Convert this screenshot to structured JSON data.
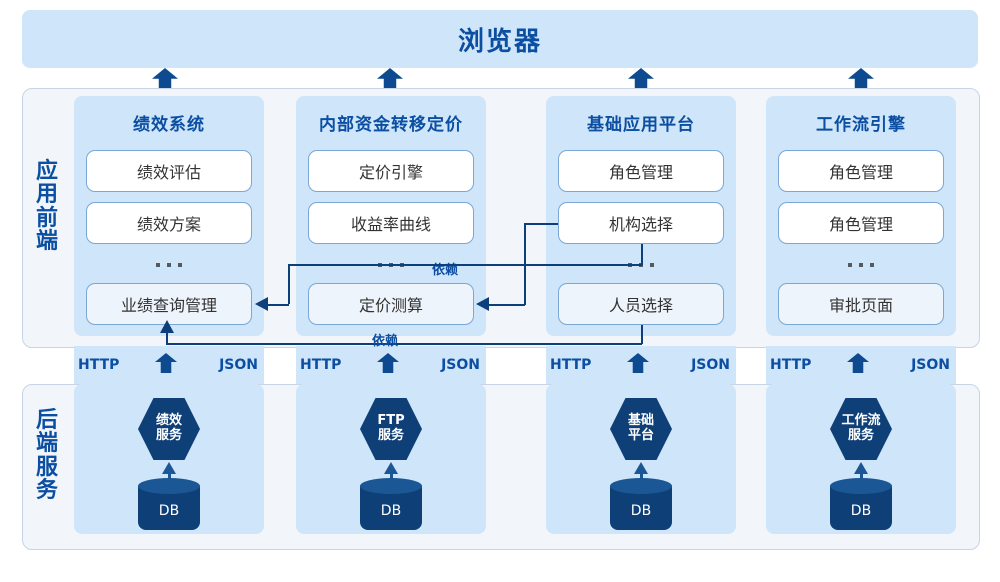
{
  "browser": {
    "label": "浏览器"
  },
  "sections": {
    "frontend_label": "应用前端",
    "backend_label": "后端服务"
  },
  "protocol": {
    "request": "HTTP",
    "response": "JSON"
  },
  "dependency_label": "依赖",
  "columns": [
    {
      "title": "绩效系统",
      "items": [
        "绩效评估",
        "绩效方案"
      ],
      "ellipsis": "...",
      "last_item": "业绩查询管理",
      "service": [
        "绩效",
        "服务"
      ],
      "db": "DB"
    },
    {
      "title": "内部资金转移定价",
      "items": [
        "定价引擎",
        "收益率曲线"
      ],
      "ellipsis": "...",
      "last_item": "定价测算",
      "service": [
        "FTP",
        "服务"
      ],
      "db": "DB"
    },
    {
      "title": "基础应用平台",
      "items": [
        "角色管理",
        "机构选择"
      ],
      "ellipsis": "...",
      "last_item": "人员选择",
      "service": [
        "基础",
        "平台"
      ],
      "db": "DB"
    },
    {
      "title": "工作流引擎",
      "items": [
        "角色管理",
        "角色管理"
      ],
      "ellipsis": "...",
      "last_item": "审批页面",
      "service": [
        "工作流",
        "服务"
      ],
      "db": "DB"
    }
  ],
  "colors": {
    "accent_blue": "#0b4ea2",
    "panel_blue": "#cfe6fa",
    "frame_bg": "#f2f6fb",
    "service_navy": "#0f3f77"
  }
}
